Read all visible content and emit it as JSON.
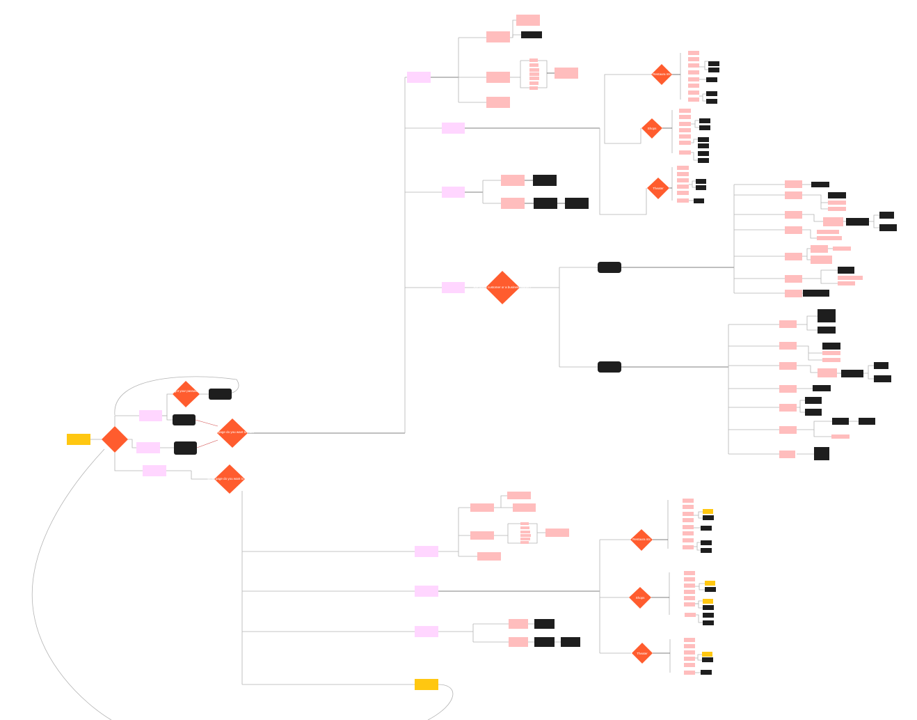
{
  "colors": {
    "pink_box": "#FFBDBD",
    "lilac_box": "#FFD6FF",
    "black_box": "#1E1E1E",
    "yellow_box": "#FFC711",
    "diamond": "#FF5C2E",
    "line": "#B3B3B3",
    "line_dark": "#2F2F2F",
    "diamond_text": "#FFFFFF"
  },
  "diagram": {
    "decisions": {
      "entry_question": "",
      "forgot_password": "Forgot your password?",
      "what_page_top": "What page do you want to visit?",
      "what_page_bottom": "What page do you want to visit?",
      "customer_or_business": "Are you a customer or a business owner?",
      "restaurants_top": "Restaura nts",
      "shops_top": "Shops",
      "theater_top": "Theater",
      "restaurants_bottom": "Restaura nts",
      "shops_bottom": "Shops",
      "theater_bottom": "Theater"
    }
  }
}
